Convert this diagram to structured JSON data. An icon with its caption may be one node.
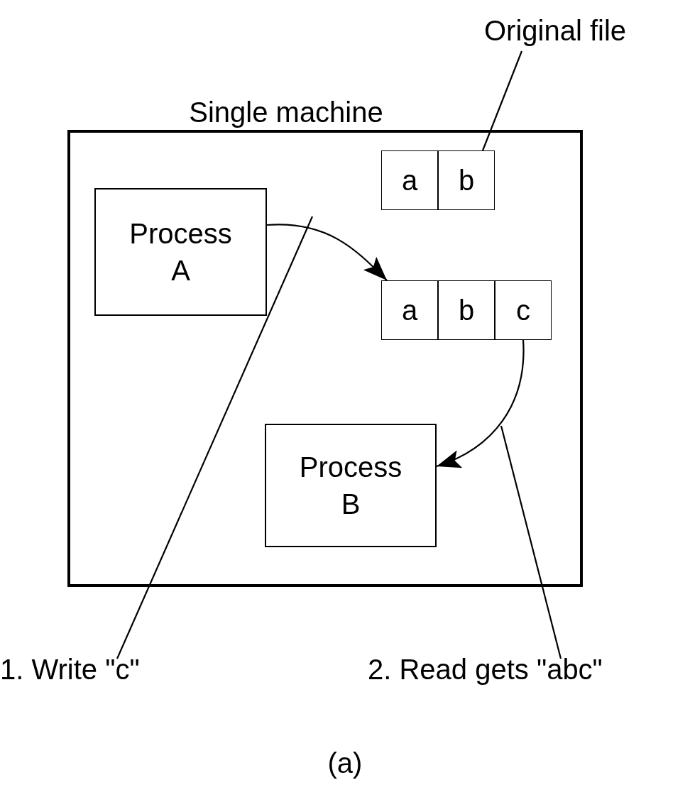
{
  "diagram": {
    "nodes": [
      {
        "text": [
          "Original file"
        ]
      },
      {
        "text": [
          "Single machine"
        ]
      },
      {
        "text": [],
        "shape": "box",
        "in": 1
      },
      {
        "text": [
          "a"
        ],
        "in": 2
      },
      {
        "text": [
          "b"
        ],
        "in": 2
      },
      {
        "text": [
          "Process A"
        ],
        "in": 1
      },
      {
        "text": [],
        "shape": "box",
        "in": 1
      },
      {
        "text": [
          "a"
        ],
        "in": 6
      },
      {
        "text": [
          "b"
        ],
        "in": 6
      },
      {
        "text": [
          "c"
        ],
        "in": 6
      },
      {
        "text": [
          "Process B"
        ],
        "in": 1
      },
      {
        "text": [
          "1. Write \"c\""
        ]
      },
      {
        "text": [
          "2. Read gets \"abc\""
        ]
      }
    ],
    "edges": [
      {
        "from": 0,
        "to": 2,
        "arrow": "none"
      },
      {
        "from": 5,
        "to": 6,
        "arrow": "to"
      },
      {
        "from": 9,
        "to": 10,
        "arrow": "to"
      },
      {
        "from": 11,
        "to": null,
        "arrow": "none"
      },
      {
        "from": 12,
        "to": null,
        "arrow": "none"
      }
    ],
    "labels": [
      "(a)"
    ]
  }
}
